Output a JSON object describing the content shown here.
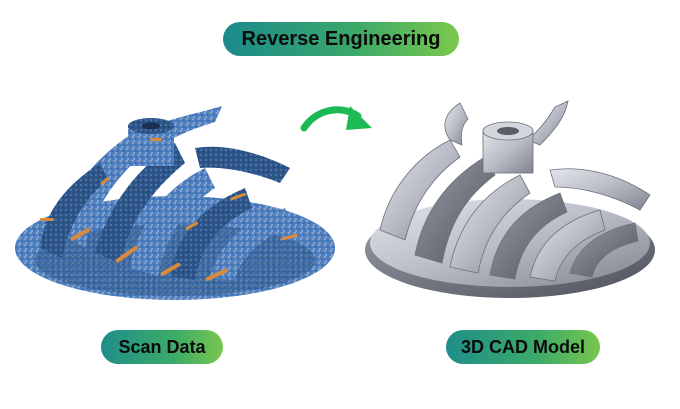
{
  "header": {
    "title": "Reverse Engineering"
  },
  "labels": {
    "scan": "Scan Data",
    "cad": "3D CAD Model"
  },
  "colors": {
    "pill_gradient_start": "#1b8a8c",
    "pill_gradient_end": "#7cc84c",
    "arrow": "#1db954",
    "scan_blue": "#4a7fc0",
    "scan_orange": "#d98a3a",
    "cad_gray": "#b9bcc6"
  },
  "icons": {
    "flow_arrow": "curved-arrow-right-icon"
  }
}
